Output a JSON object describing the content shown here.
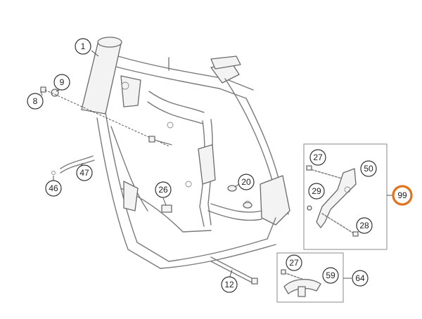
{
  "callouts": {
    "c1": "1",
    "c9": "9",
    "c8": "8",
    "c47": "47",
    "c46": "46",
    "c26": "26",
    "c20": "20",
    "c12": "12",
    "c27a": "27",
    "c50": "50",
    "c29": "29",
    "c28": "28",
    "c99": "99",
    "c27b": "27",
    "c59": "59",
    "c64": "64"
  },
  "highlight_color": "#e2721b"
}
